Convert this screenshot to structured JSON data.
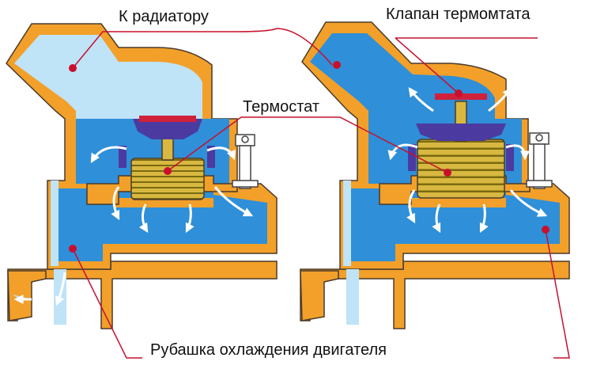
{
  "labels": {
    "to_radiator": "К радиатору",
    "thermostat_valve": "Клапан термомтата",
    "thermostat": "Термостат",
    "engine_jacket": "Рубашка охлаждения двигателя"
  },
  "colors": {
    "housing": "#f2a02a",
    "housing_outline": "#4a3a2a",
    "coolant_dark": "#2f8fd8",
    "coolant_light": "#bfe3f7",
    "bellows": "#d8b840",
    "bellows_stripe": "#7a6a10",
    "valve_red": "#d0213b",
    "valve_purple": "#4b3aa0",
    "leader_line": "#c8102e",
    "bolt": "#ffffff",
    "bolt_outline": "#444444"
  },
  "icons": {
    "flow_arrow": "flow-arrow-icon",
    "callout_dot": "callout-dot-icon"
  }
}
